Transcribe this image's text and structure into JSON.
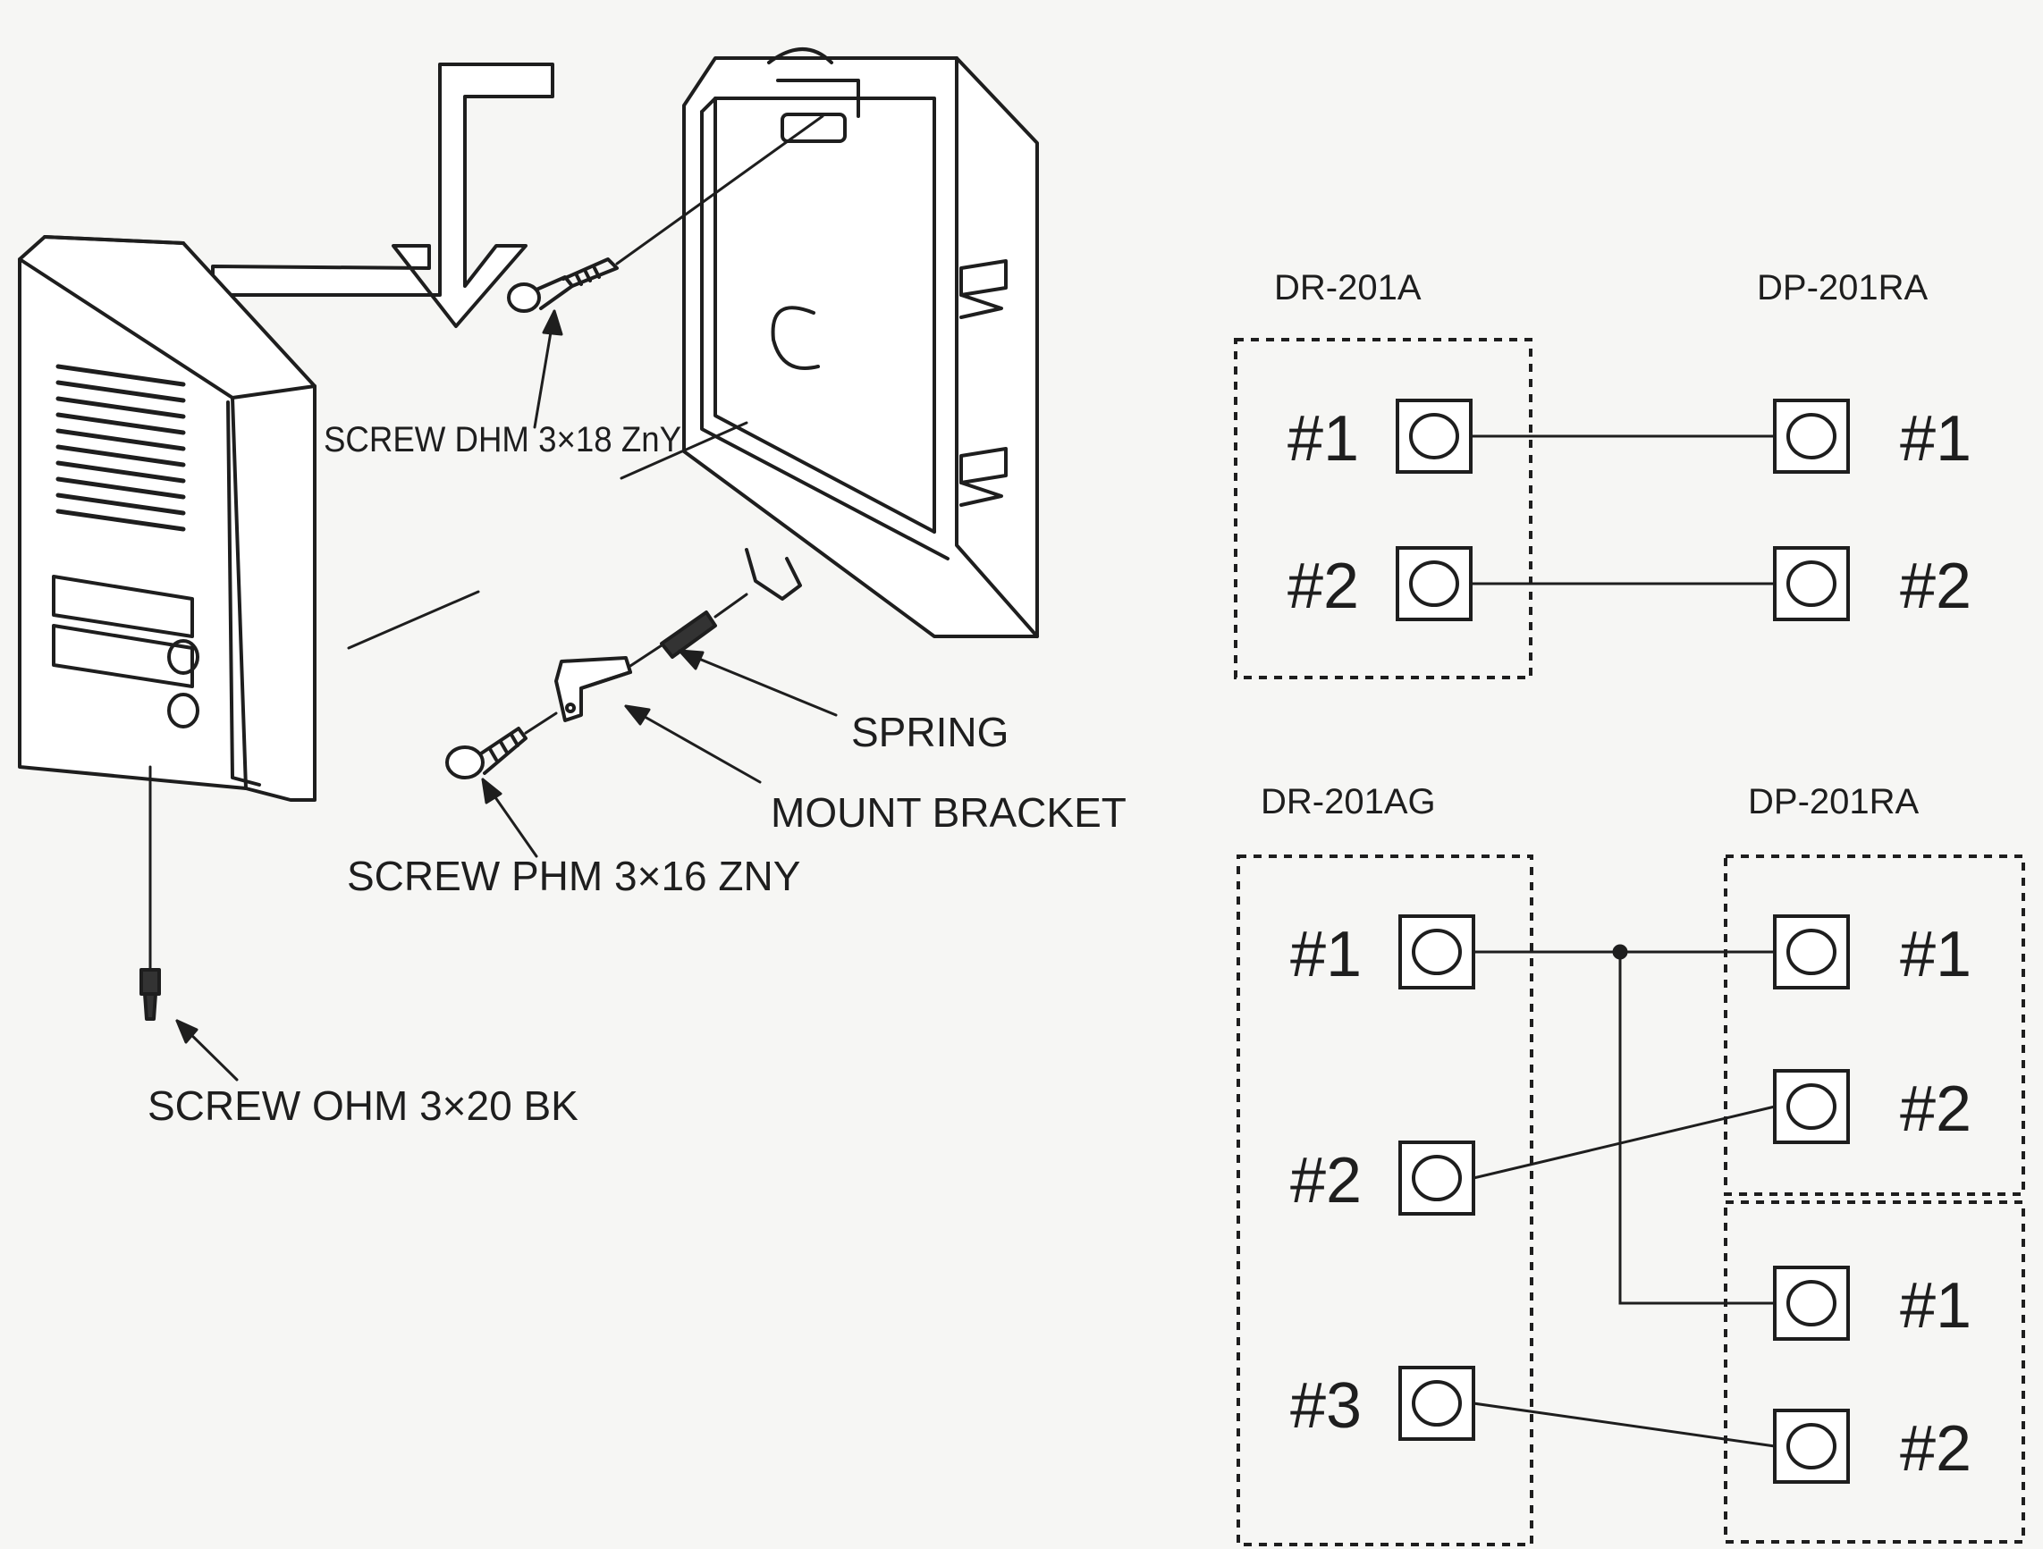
{
  "exploded_view": {
    "labels": {
      "screw_top": "SCREW DHM 3×18 ZnY",
      "spring": "SPRING",
      "mount_bracket": "MOUNT BRACKET",
      "screw_middle": "SCREW PHM 3×16 ZNY",
      "screw_bottom": "SCREW OHM 3×20 BK"
    }
  },
  "wiring_1": {
    "left_model": "DR-201A",
    "right_model": "DP-201RA",
    "left_terminals": [
      "#1",
      "#2"
    ],
    "right_terminals": [
      "#1",
      "#2"
    ]
  },
  "wiring_2": {
    "left_model": "DR-201AG",
    "right_model": "DP-201RA",
    "left_terminals": [
      "#1",
      "#2",
      "#3"
    ],
    "right_unit_a_terminals": [
      "#1",
      "#2"
    ],
    "right_unit_b_terminals": [
      "#1",
      "#2"
    ]
  },
  "colors": {
    "ink": "#1e1e1e",
    "paper": "#f6f6f4"
  }
}
